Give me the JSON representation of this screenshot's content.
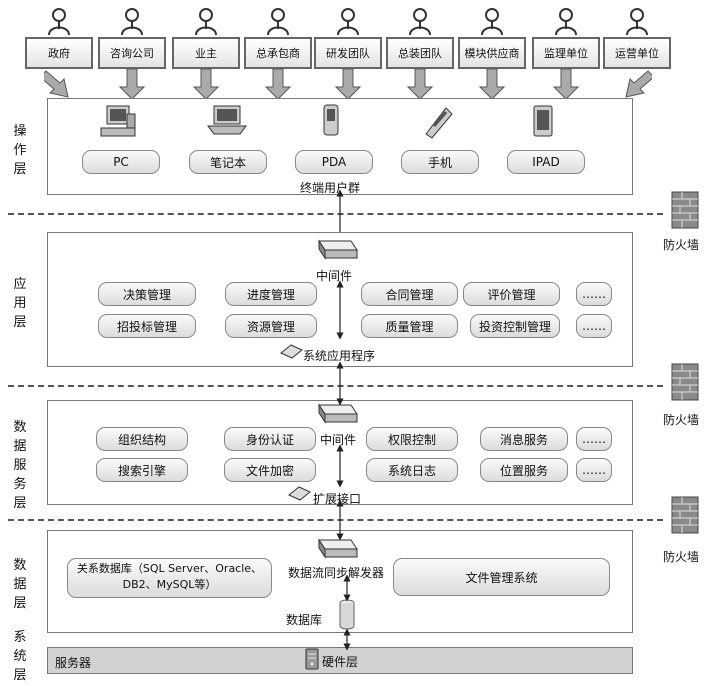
{
  "stakeholders": [
    "政府",
    "咨询公司",
    "业主",
    "总承包商",
    "研发团队",
    "总装团队",
    "模块供应商",
    "监理单位",
    "运营单位"
  ],
  "layers": {
    "operation": {
      "label": "操作层",
      "devices": [
        "PC",
        "笔记本",
        "PDA",
        "手机",
        "IPAD"
      ],
      "caption": "终端用户群"
    },
    "application": {
      "label": "应用层",
      "middleware": "中间件",
      "modules_row1": [
        "决策管理",
        "进度管理",
        "合同管理",
        "评价管理",
        "……"
      ],
      "modules_row2": [
        "招投标管理",
        "资源管理",
        "质量管理",
        "投资控制管理",
        "……"
      ],
      "caption": "系统应用程序"
    },
    "data_service": {
      "label": "数据服务层",
      "middleware": "中间件",
      "modules_row1": [
        "组织结构",
        "身份认证",
        "权限控制",
        "消息服务",
        "……"
      ],
      "modules_row2": [
        "搜索引擎",
        "文件加密",
        "系统日志",
        "位置服务",
        "……"
      ],
      "caption": "扩展接口"
    },
    "data": {
      "label": "数据层",
      "relational_db": "关系数据库（SQL Server、Oracle、DB2、MySQL等）",
      "sync_resolver": "数据流同步解发器",
      "file_system": "文件管理系统",
      "database": "数据库"
    },
    "system": {
      "label": "系统层",
      "server": "服务器",
      "hardware": "硬件层"
    }
  },
  "firewall_label": "防火墙",
  "colors": {
    "system_bar": "#d2d2d2",
    "pill_top": "#fafafa",
    "pill_bottom": "#dcdcdc",
    "dash": "#555555"
  }
}
